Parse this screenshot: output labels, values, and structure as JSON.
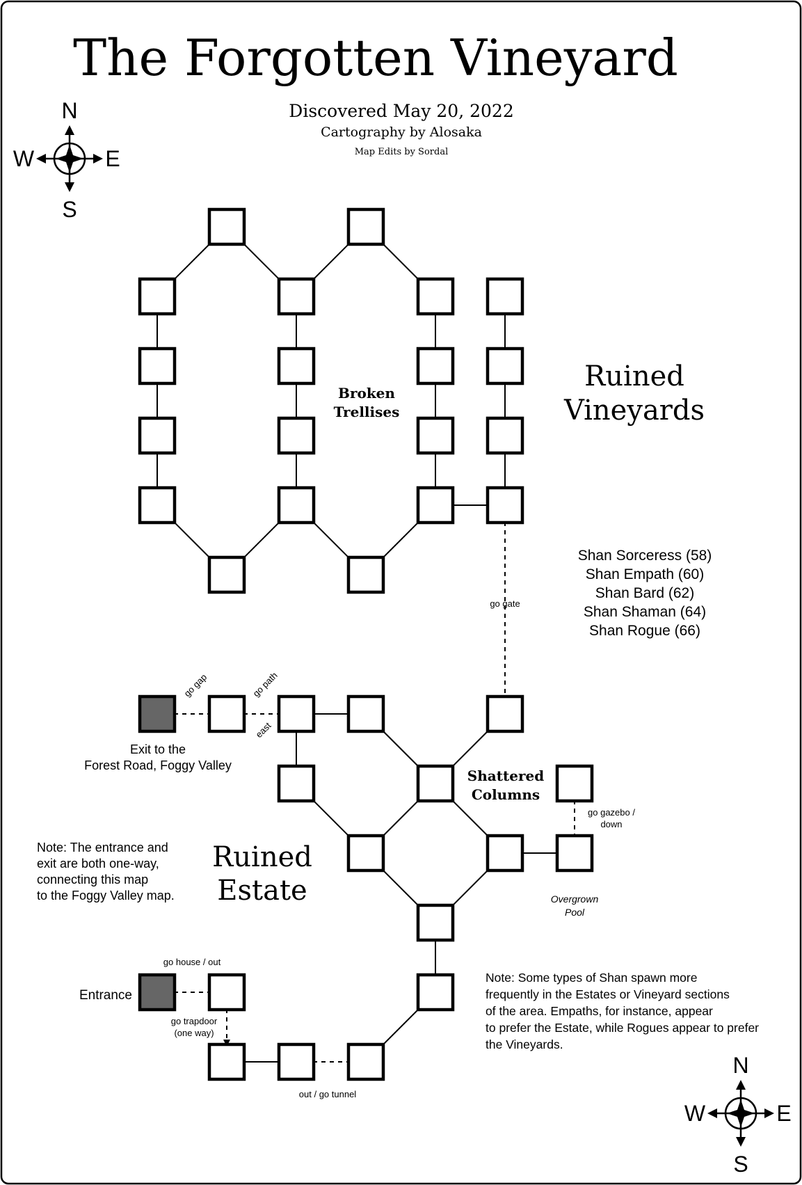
{
  "map": {
    "title": "The Forgotten Vineyard",
    "discovered": "Discovered May 20, 2022",
    "cartography": "Cartography by Alosaka",
    "edits": "Map Edits by Sordal"
  },
  "compass": {
    "north": "N",
    "south": "S",
    "east": "E",
    "west": "W"
  },
  "areas": {
    "vineyards": [
      "Ruined",
      "Vineyards"
    ],
    "trellises": [
      "Broken",
      "Trellises"
    ],
    "columns": [
      "Shattered",
      "Columns"
    ],
    "estate": [
      "Ruined",
      "Estate"
    ],
    "pool": [
      "Overgrown",
      "Pool"
    ]
  },
  "monsters": [
    "Shan Sorceress (58)",
    "Shan Empath (60)",
    "Shan Bard (62)",
    "Shan Shaman (64)",
    "Shan Rogue (66)"
  ],
  "exits": {
    "exit_label": [
      "Exit to the",
      "Forest Road, Foggy Valley"
    ],
    "entrance_label": "Entrance"
  },
  "directions": {
    "go_gate": "go gate",
    "go_gap": "go gap",
    "go_path": "go path",
    "east": "east",
    "go_gazebo": [
      "go gazebo /",
      "down"
    ],
    "go_house": "go house  / out",
    "go_trapdoor": [
      "go trapdoor",
      "(one way)"
    ],
    "go_tunnel": "out / go tunnel"
  },
  "notes": {
    "entrance_note": [
      "Note: The entrance and",
      "exit are both one-way,",
      "connecting this map",
      "to the Foggy Valley map."
    ],
    "spawn_note": [
      "Note: Some types of Shan spawn more",
      "frequently in the Estates or Vineyard sections",
      "of the area. Empaths, for instance, appear",
      "to prefer the Estate, while Rogues appear to prefer",
      "the Vineyards."
    ]
  }
}
